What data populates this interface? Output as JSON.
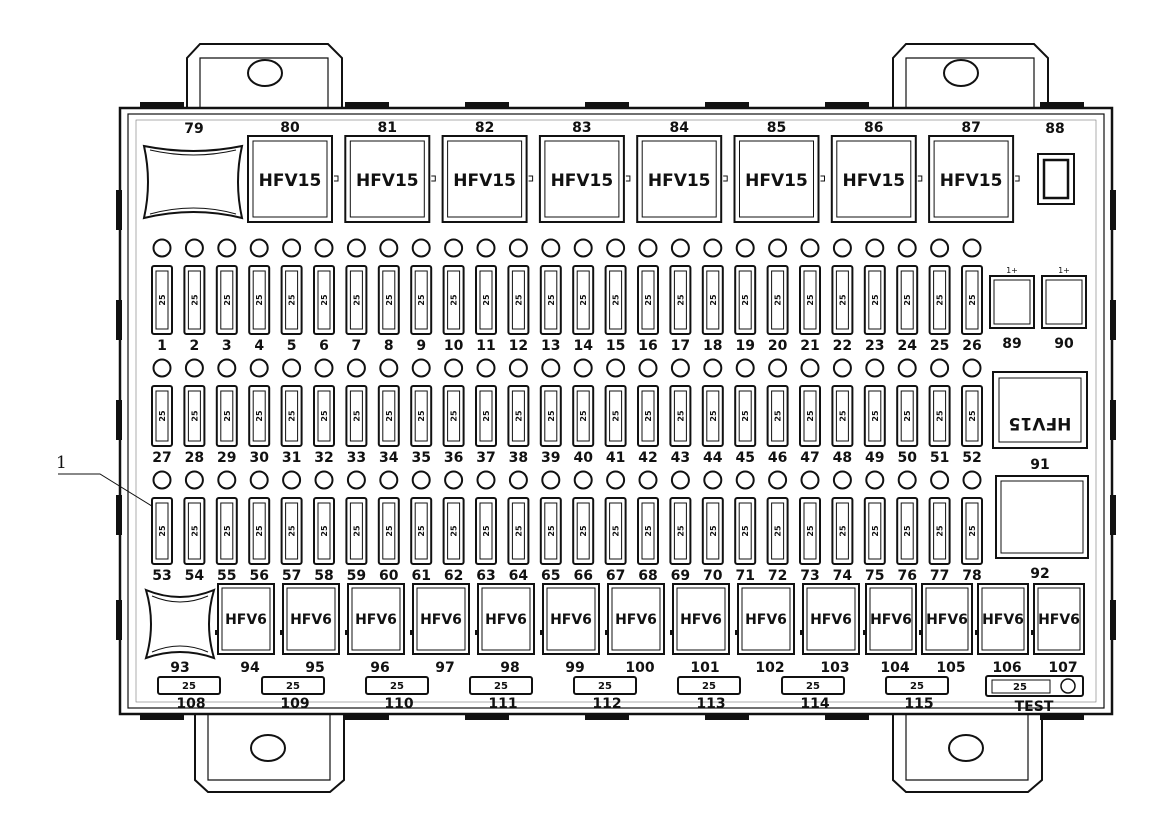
{
  "callout": "1",
  "hfv15_relays": [
    {
      "num": "80",
      "label": "HFV15"
    },
    {
      "num": "81",
      "label": "HFV15"
    },
    {
      "num": "82",
      "label": "HFV15"
    },
    {
      "num": "83",
      "label": "HFV15"
    },
    {
      "num": "84",
      "label": "HFV15"
    },
    {
      "num": "85",
      "label": "HFV15"
    },
    {
      "num": "86",
      "label": "HFV15"
    },
    {
      "num": "87",
      "label": "HFV15"
    }
  ],
  "top_left_slot": "79",
  "top_right_slot": "88",
  "small_relays": [
    {
      "num": "89",
      "pin": "1+"
    },
    {
      "num": "90",
      "pin": "1+"
    }
  ],
  "rotated_relay": {
    "num": "91",
    "label": "HFV15"
  },
  "empty_relay": {
    "num": "92"
  },
  "row1_fuses": {
    "value": "25",
    "numbers": [
      "1",
      "2",
      "3",
      "4",
      "5",
      "6",
      "7",
      "8",
      "9",
      "10",
      "11",
      "12",
      "13",
      "14",
      "15",
      "16",
      "17",
      "18",
      "19",
      "20",
      "21",
      "22",
      "23",
      "24",
      "25",
      "26"
    ]
  },
  "row2_fuses": {
    "value": "25",
    "numbers": [
      "27",
      "28",
      "29",
      "30",
      "31",
      "32",
      "33",
      "34",
      "35",
      "36",
      "37",
      "38",
      "39",
      "40",
      "41",
      "42",
      "43",
      "44",
      "45",
      "46",
      "47",
      "48",
      "49",
      "50",
      "51",
      "52"
    ]
  },
  "row3_fuses": {
    "value": "25",
    "numbers": [
      "53",
      "54",
      "55",
      "56",
      "57",
      "58",
      "59",
      "60",
      "61",
      "62",
      "63",
      "64",
      "65",
      "66",
      "67",
      "68",
      "69",
      "70",
      "71",
      "72",
      "73",
      "74",
      "75",
      "76",
      "77",
      "78"
    ]
  },
  "bottom_left_slot": "93",
  "hfv6_relays": [
    {
      "num": "94",
      "label": "HFV6"
    },
    {
      "num": "95",
      "label": "HFV6"
    },
    {
      "num": "96",
      "label": "HFV6"
    },
    {
      "num": "97",
      "label": "HFV6"
    },
    {
      "num": "98",
      "label": "HFV6"
    },
    {
      "num": "99",
      "label": "HFV6"
    },
    {
      "num": "100",
      "label": "HFV6"
    },
    {
      "num": "101",
      "label": "HFV6"
    },
    {
      "num": "102",
      "label": "HFV6"
    },
    {
      "num": "103",
      "label": "HFV6"
    },
    {
      "num": "104",
      "label": "HFV6"
    },
    {
      "num": "105",
      "label": "HFV6"
    },
    {
      "num": "106",
      "label": "HFV6"
    },
    {
      "num": "107",
      "label": "HFV6"
    }
  ],
  "maxi_fuses": [
    {
      "num": "108",
      "value": "25"
    },
    {
      "num": "109",
      "value": "25"
    },
    {
      "num": "110",
      "value": "25"
    },
    {
      "num": "111",
      "value": "25"
    },
    {
      "num": "112",
      "value": "25"
    },
    {
      "num": "113",
      "value": "25"
    },
    {
      "num": "114",
      "value": "25"
    },
    {
      "num": "115",
      "value": "25"
    }
  ],
  "test_slot": {
    "label": "TEST",
    "value": "25"
  }
}
